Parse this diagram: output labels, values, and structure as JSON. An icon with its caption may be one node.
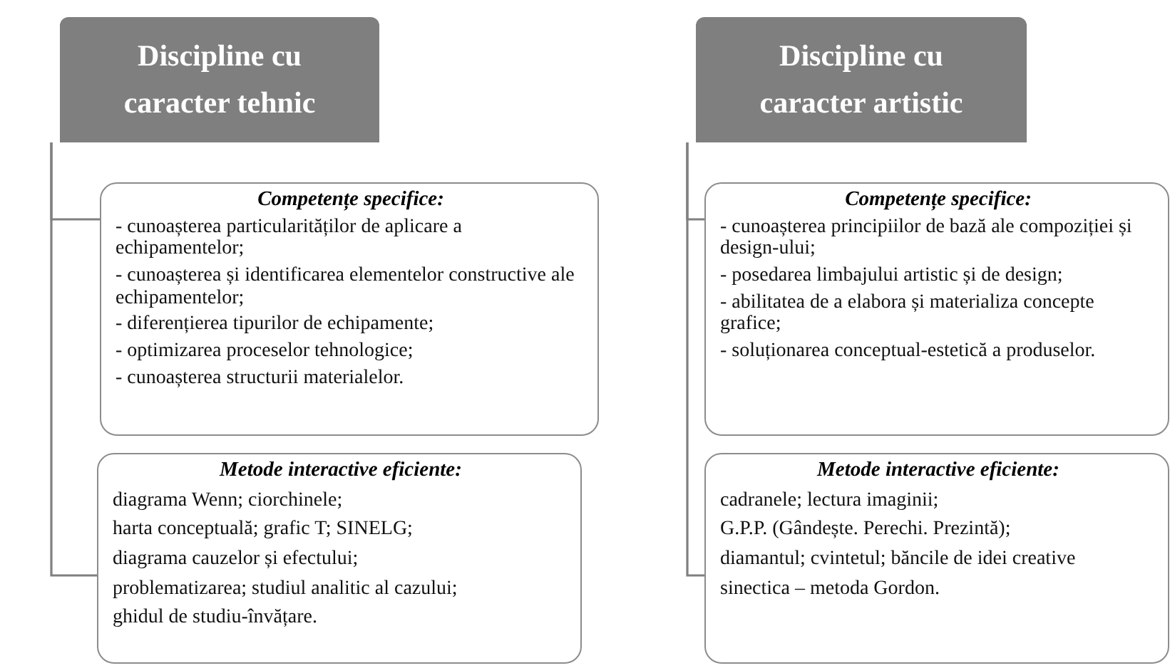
{
  "diagram": {
    "nodes": [
      {
        "text": [
          "Discipline cu caracter tehnic"
        ]
      },
      {
        "text": [
          "Competențe specifice:",
          "- cunoașterea particularităților de aplicare a echipamentelor;",
          "- cunoașterea și identificarea elementelor constructive ale echipamentelor;",
          "- diferențierea tipurilor de echipamente;",
          "- optimizarea proceselor tehnologice;",
          "- cunoașterea structurii materialelor."
        ]
      },
      {
        "text": [
          "Metode interactive eficiente:",
          "diagrama Wenn; ciorchinele;",
          "harta conceptuală; grafic T; SINELG;",
          "diagrama cauzelor și efectului;",
          "problematizarea; studiul analitic al cazului;",
          "ghidul de studiu-învățare."
        ]
      },
      {
        "text": [
          "Discipline cu caracter artistic"
        ]
      },
      {
        "text": [
          "Competențe specifice:",
          "- cunoașterea principiilor de bază ale compoziției și design-ului;",
          "- posedarea limbajului artistic și de design;",
          "- abilitatea de a elabora și materializa concepte grafice;",
          "- soluționarea conceptual-estetică a produselor."
        ]
      },
      {
        "text": [
          "Metode interactive eficiente:",
          "cadranele; lectura imaginii;",
          "G.P.P. (Gândește. Perechi. Prezintă);",
          "diamantul; cvintetul; băncile de idei creative",
          "sinectica – metoda Gordon."
        ]
      }
    ],
    "edges": [
      {
        "from": 0,
        "to": 1,
        "arrow": "none"
      },
      {
        "from": 0,
        "to": 2,
        "arrow": "none"
      },
      {
        "from": 3,
        "to": 4,
        "arrow": "none"
      },
      {
        "from": 3,
        "to": 5,
        "arrow": "none"
      }
    ]
  }
}
